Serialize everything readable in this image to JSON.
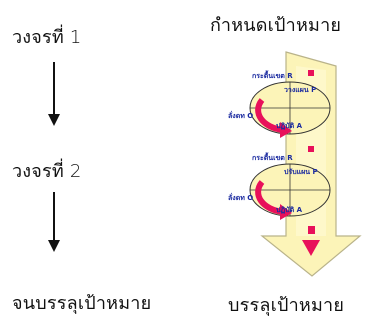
{
  "left_steps": {
    "cycle1": "วงจรที่ 1",
    "cycle2": "วงจรที่ 2",
    "until_goal": "จนบรรลุเป้าหมาย"
  },
  "right_labels": {
    "set_goal": "กำหนดเป้าหมาย",
    "achieve_goal": "บรรลุเป้าหมาย"
  },
  "spiral": {
    "top_cycle": {
      "act": "กระตื้นเขต R",
      "plan": "วางแผน P",
      "check": "ลั่งดท O",
      "do": "ปฏิบัติ A"
    },
    "bottom_cycle": {
      "act": "กระตื้นเขต R",
      "plan": "ปรับแผน P",
      "check": "ลั่งดท O",
      "do": "ปฏิบัติ A"
    }
  },
  "colors": {
    "arrow_fill": "#fcf4b8",
    "arrow_stroke": "#b9b38a",
    "cycle_red": "#e8105a",
    "label_blue": "#1a2aa0",
    "text": "#111111"
  }
}
